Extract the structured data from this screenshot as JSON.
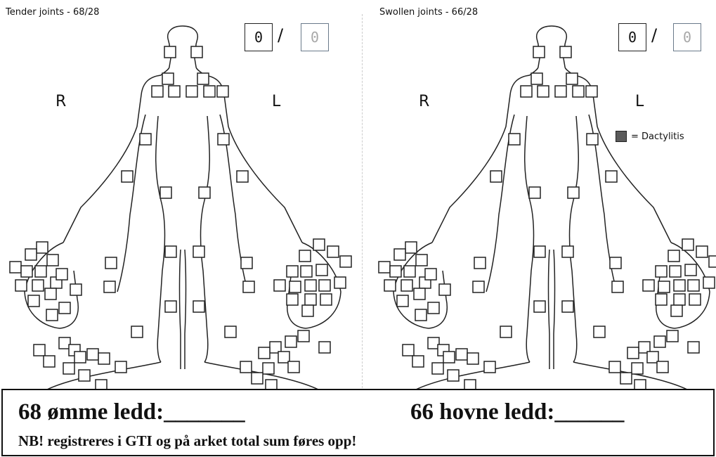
{
  "tender": {
    "title": "Tender joints - 68/28",
    "count": "0",
    "total": "0",
    "right_label": "R",
    "left_label": "L"
  },
  "swollen": {
    "title": "Swollen joints - 66/28",
    "count": "0",
    "total": "0",
    "right_label": "R",
    "left_label": "L"
  },
  "slash": "/",
  "legend": {
    "text": "= Dactylitis",
    "swatch_color": "#5a5a5a"
  },
  "footer": {
    "tender_count": "68 ømme ledd:_______",
    "swollen_count": "66 hovne ledd:______",
    "note": "NB! registreres i GTI og på arket total sum føres opp!"
  }
}
